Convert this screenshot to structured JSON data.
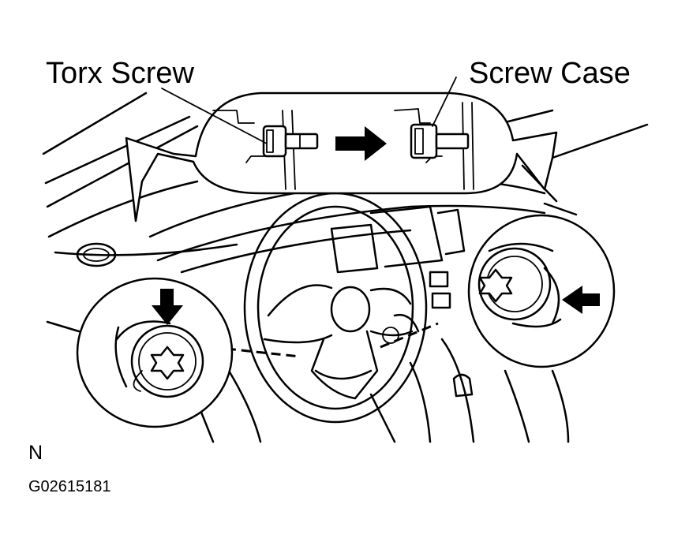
{
  "labels": {
    "torx_screw": "Torx Screw",
    "screw_case": "Screw Case",
    "view_letter": "N",
    "figure_code": "G02615181"
  },
  "colors": {
    "ink": "#000000",
    "paper": "#ffffff"
  }
}
